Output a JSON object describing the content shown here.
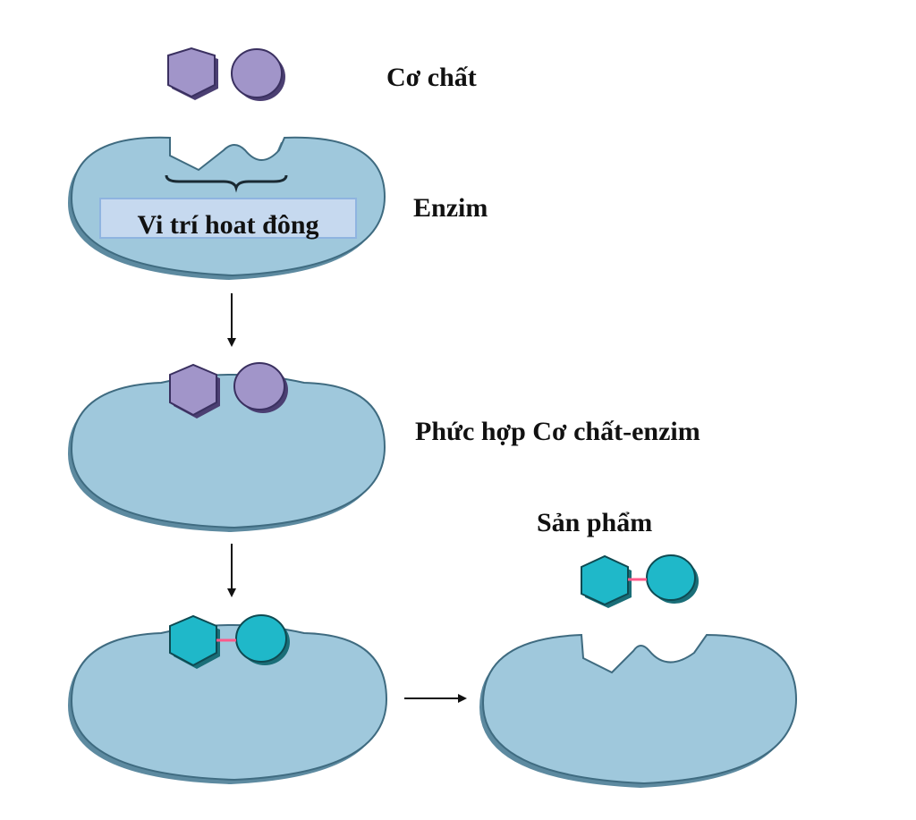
{
  "labels": {
    "substrate": "Cơ chất",
    "enzyme": "Enzim",
    "active_site": "Vi trí hoat đông",
    "complex": "Phức hợp Cơ chất-enzim",
    "product": "Sản phẩm"
  },
  "colors": {
    "enzyme_fill": "#9fc8dc",
    "enzyme_shadow": "#5d8aa0",
    "substrate_fill": "#a195c9",
    "substrate_shadow": "#4b3f72",
    "product_fill": "#1fb8c9",
    "product_shadow": "#1a6e78",
    "bond": "#ff5a8a",
    "active_site_box": "#c6d9ef",
    "active_site_border": "#8fb4e0",
    "text": "#111111"
  }
}
